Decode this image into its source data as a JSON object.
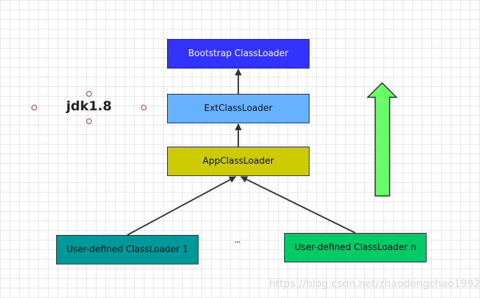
{
  "diagram": {
    "label": "jdk1.8",
    "ellipsis": "...",
    "watermark": "https://blog.csdn.net/zhaodongchao1992",
    "nodes": {
      "bootstrap": "Bootstrap ClassLoader",
      "ext": "ExtClassLoader",
      "app": "AppClassLoader",
      "user1": "User-defined ClassLoader 1",
      "usern": "User-defined ClassLoader n"
    },
    "colors": {
      "bootstrap": "#3333ff",
      "ext": "#66b2ff",
      "app": "#cccc00",
      "user1": "#009999",
      "usern": "#00cc66",
      "up_arrow": "#66ff66"
    }
  }
}
